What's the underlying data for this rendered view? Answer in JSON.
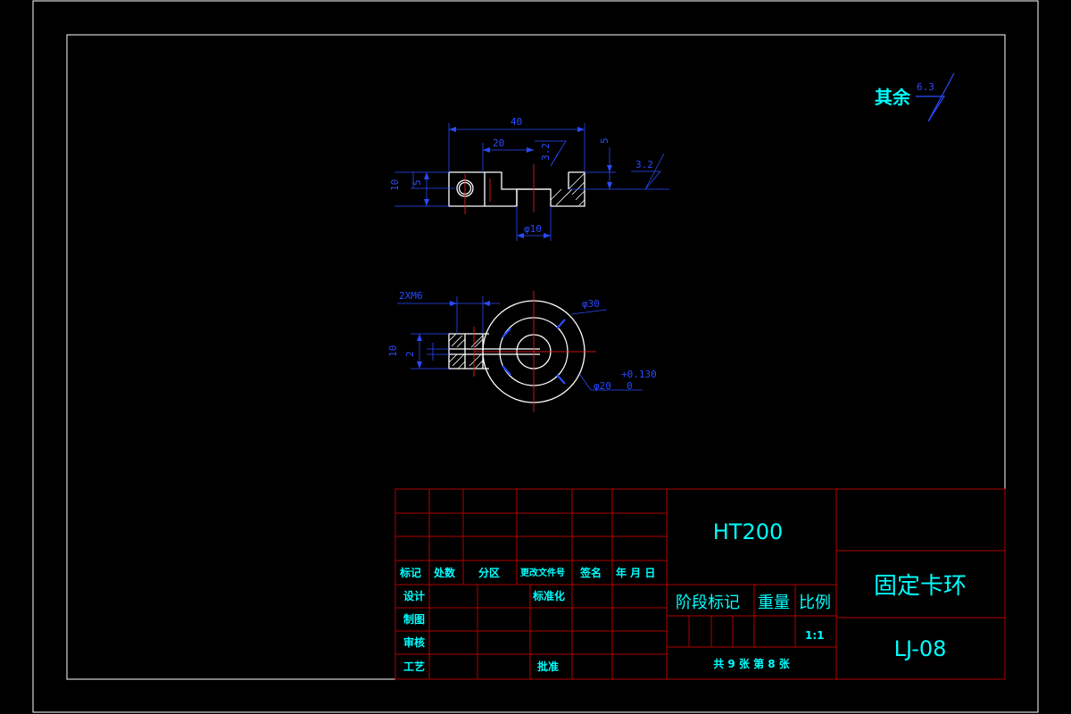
{
  "surface_finish_note": {
    "label": "其余",
    "value": "6.3"
  },
  "front_view": {
    "dims": {
      "overall_width": "40",
      "offset": "20",
      "height": "10",
      "half_height": "5",
      "step": "5",
      "bore": "φ10"
    },
    "roughness": [
      "3.2",
      "3.2"
    ]
  },
  "top_view": {
    "dims": {
      "thread": "2XM6",
      "outer_dia": "φ30",
      "inner_dia": "φ20",
      "tol_upper": "+0.130",
      "tol_lower": "0",
      "height": "10",
      "slot": "2"
    }
  },
  "title_block": {
    "material": "HT200",
    "part_name": "固定卡环",
    "drawing_no": "LJ-08",
    "rev_headers": [
      "标记",
      "处数",
      "分区",
      "更改文件号",
      "签名",
      "年 月 日"
    ],
    "roles": {
      "design": "设计",
      "standardize": "标准化",
      "drafting": "制图",
      "review": "审核",
      "process": "工艺",
      "approve": "批准"
    },
    "stage_label": "阶段标记",
    "weight_label": "重量",
    "scale_label": "比例",
    "scale_value": "1:1",
    "sheet_info": "共 9 张 第 8 张"
  },
  "colors": {
    "frame": "#ffffff",
    "table_lines": "#b00000",
    "dim": "#2a4bff",
    "text": "#00ffff",
    "center": "#ff2020"
  }
}
